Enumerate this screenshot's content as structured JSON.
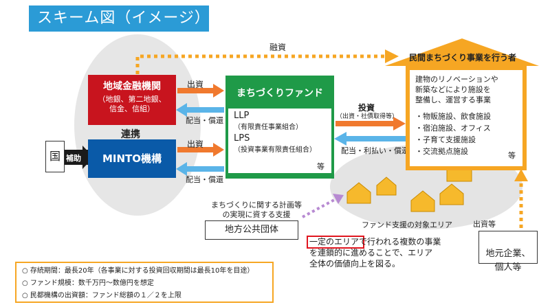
{
  "title": "スキーム図（イメージ）",
  "labels": {
    "yushi": "融資",
    "shusshi1": "出資",
    "haito1": "配当・償還",
    "shusshi2": "出資",
    "haito2": "配当・償還",
    "renkei": "連携",
    "hojo": "補助",
    "toshi": "投資",
    "toshi_sub": "（出資・社債取得等）",
    "haito3": "配当・利払い・償還",
    "shien": "まちづくりに関する計画等\nの実現に資する支援",
    "target_area": "ファンド支援の対象エリア",
    "shusshi_etc": "出資等"
  },
  "bank": {
    "title": "地域金融機関",
    "sub": "（地銀、第二地銀、\n信金、信組）"
  },
  "minto": {
    "title": "MINTO機構"
  },
  "kuni": {
    "label": "国"
  },
  "fund": {
    "title": "まちづくりファンド",
    "llp": "LLP",
    "llp_sub": "（有限責任事業組合）",
    "lps": "LPS",
    "lps_sub": "（投資事業有限責任組合）",
    "etc": "等"
  },
  "operator": {
    "title": "民間まちづくり事業を行う者",
    "desc": "建物のリノベーションや\n新築などにより施設を\n整備し、運営する事業",
    "items": [
      "・物販施設、飲食施設",
      "・宿泊施設、オフィス",
      "・子育て支援施設",
      "・交流拠点施設"
    ],
    "etc": "等"
  },
  "local_gov": {
    "label": "地方公共団体"
  },
  "local_biz": {
    "label": "地元企業、\n個人等"
  },
  "area_note": {
    "highlight": "一定のエリア",
    "rest1": "で行われる複数の事業",
    "rest2": "を連鎖的に進めることで、エリア",
    "rest3": "全体の価値向上を図る。"
  },
  "notes": [
    "○ 存続期間：最長20年（各事業に対する投資回収期間は最長10年を目途）",
    "○ ファンド規模：数千万円～数億円を想定",
    "○ 民都機構の出資額：ファンド総額の１／２を上限"
  ],
  "colors": {
    "red": "#c8141e",
    "green": "#1f9a48",
    "blue": "#0a5aa8",
    "orange": "#f6a623",
    "light_blue_arrow": "#5ab4e8",
    "orange_arrow": "#f0792e",
    "purple_arrow": "#b78ad2",
    "title_bg": "#2b9bd6"
  }
}
